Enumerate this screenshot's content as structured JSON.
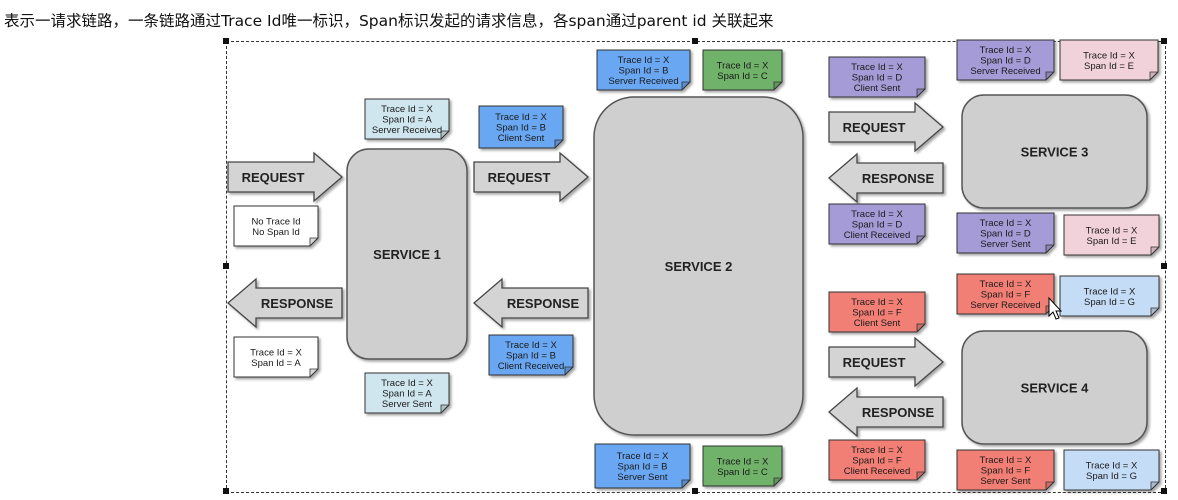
{
  "caption": "表示一请求链路，一条链路通过Trace Id唯一标识，Span标识发起的请求信息，各span通过parent id 关联起来",
  "colors": {
    "light_blue": "#cfe6ee",
    "blue": "#6aa7f2",
    "green": "#6fb26a",
    "purple": "#a59bd6",
    "pink": "#f2d2da",
    "salmon": "#f27f75",
    "pale_blue": "#c5dcf7",
    "white": "#ffffff",
    "service": "#cfcfcf",
    "arrow": "#d4d4d4"
  },
  "services": [
    {
      "id": "s1",
      "label": "SERVICE 1"
    },
    {
      "id": "s2",
      "label": "SERVICE 2"
    },
    {
      "id": "s3",
      "label": "SERVICE 3"
    },
    {
      "id": "s4",
      "label": "SERVICE 4"
    }
  ],
  "arrows": [
    {
      "id": "a1",
      "label": "REQUEST",
      "dir": "right"
    },
    {
      "id": "a2",
      "label": "RESPONSE",
      "dir": "left"
    },
    {
      "id": "a3",
      "label": "REQUEST",
      "dir": "right"
    },
    {
      "id": "a4",
      "label": "RESPONSE",
      "dir": "left"
    },
    {
      "id": "a5",
      "label": "REQUEST",
      "dir": "right"
    },
    {
      "id": "a6",
      "label": "RESPONSE",
      "dir": "left"
    },
    {
      "id": "a7",
      "label": "REQUEST",
      "dir": "right"
    },
    {
      "id": "a8",
      "label": "RESPONSE",
      "dir": "left"
    }
  ],
  "notes": [
    {
      "id": "n1",
      "color": "white",
      "lines": [
        "No Trace Id",
        "No Span Id"
      ]
    },
    {
      "id": "n2",
      "color": "white",
      "lines": [
        "Trace Id = X",
        "Span Id = A"
      ]
    },
    {
      "id": "n3",
      "color": "light_blue",
      "lines": [
        "Trace Id = X",
        "Span Id = A",
        "Server Received"
      ]
    },
    {
      "id": "n4",
      "color": "light_blue",
      "lines": [
        "Trace Id = X",
        "Span Id = A",
        "Server Sent"
      ]
    },
    {
      "id": "n5",
      "color": "blue",
      "lines": [
        "Trace Id = X",
        "Span Id = B",
        "Client Sent"
      ]
    },
    {
      "id": "n6",
      "color": "blue",
      "lines": [
        "Trace Id = X",
        "Span Id = B",
        "Client Received"
      ]
    },
    {
      "id": "n7",
      "color": "blue",
      "lines": [
        "Trace Id = X",
        "Span Id = B",
        "Server Received"
      ]
    },
    {
      "id": "n8",
      "color": "green",
      "lines": [
        "Trace Id = X",
        "Span Id = C"
      ]
    },
    {
      "id": "n9",
      "color": "blue",
      "lines": [
        "Trace Id = X",
        "Span Id = B",
        "Server Sent"
      ]
    },
    {
      "id": "n10",
      "color": "green",
      "lines": [
        "Trace Id = X",
        "Span Id = C"
      ]
    },
    {
      "id": "n11",
      "color": "purple",
      "lines": [
        "Trace Id = X",
        "Span Id = D",
        "Client Sent"
      ]
    },
    {
      "id": "n12",
      "color": "purple",
      "lines": [
        "Trace Id = X",
        "Span Id = D",
        "Client Received"
      ]
    },
    {
      "id": "n13",
      "color": "purple",
      "lines": [
        "Trace Id = X",
        "Span Id = D",
        "Server Received"
      ]
    },
    {
      "id": "n14",
      "color": "pink",
      "lines": [
        "Trace Id = X",
        "Span Id = E"
      ]
    },
    {
      "id": "n15",
      "color": "purple",
      "lines": [
        "Trace Id = X",
        "Span Id = D",
        "Server Sent"
      ]
    },
    {
      "id": "n16",
      "color": "pink",
      "lines": [
        "Trace Id = X",
        "Span Id = E"
      ]
    },
    {
      "id": "n17",
      "color": "salmon",
      "lines": [
        "Trace Id = X",
        "Span Id = F",
        "Client Sent"
      ]
    },
    {
      "id": "n18",
      "color": "salmon",
      "lines": [
        "Trace Id = X",
        "Span Id = F",
        "Client Received"
      ]
    },
    {
      "id": "n19",
      "color": "salmon",
      "lines": [
        "Trace Id = X",
        "Span Id = F",
        "Server Received"
      ]
    },
    {
      "id": "n20",
      "color": "pale_blue",
      "lines": [
        "Trace Id = X",
        "Span Id = G"
      ]
    },
    {
      "id": "n21",
      "color": "salmon",
      "lines": [
        "Trace Id = X",
        "Span Id = F",
        "Server Sent"
      ]
    },
    {
      "id": "n22",
      "color": "pale_blue",
      "lines": [
        "Trace Id = X",
        "Span Id = G"
      ]
    }
  ]
}
